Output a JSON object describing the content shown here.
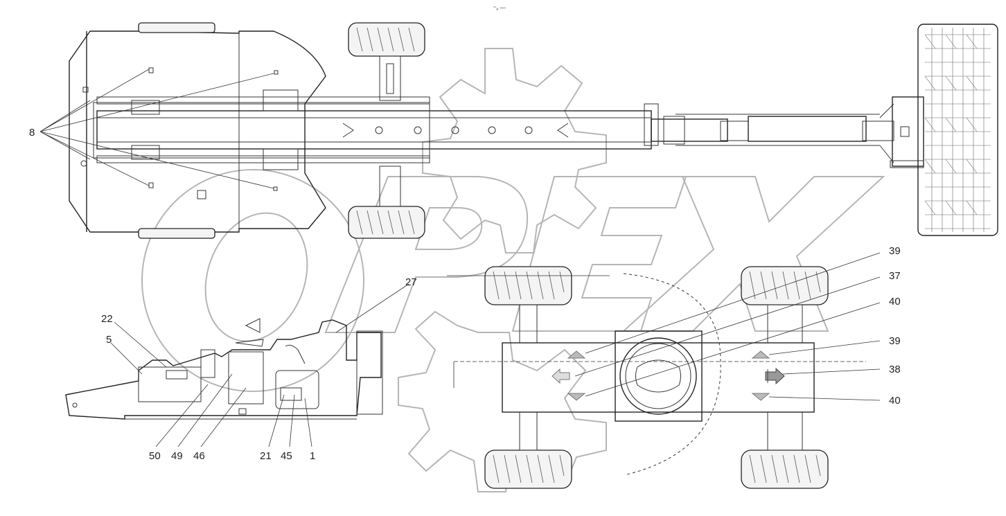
{
  "watermark": {
    "text": "OPEX"
  },
  "header_mark": {
    "text": "⁼ₐ ▫▫▫"
  },
  "callouts": {
    "c8": "8",
    "c22": "22",
    "c5": "5",
    "c27": "27",
    "c50": "50",
    "c49": "49",
    "c46": "46",
    "c21": "21",
    "c45": "45",
    "c1": "1",
    "c39a": "39",
    "c37": "37",
    "c40a": "40",
    "c39b": "39",
    "c38": "38",
    "c40b": "40"
  }
}
